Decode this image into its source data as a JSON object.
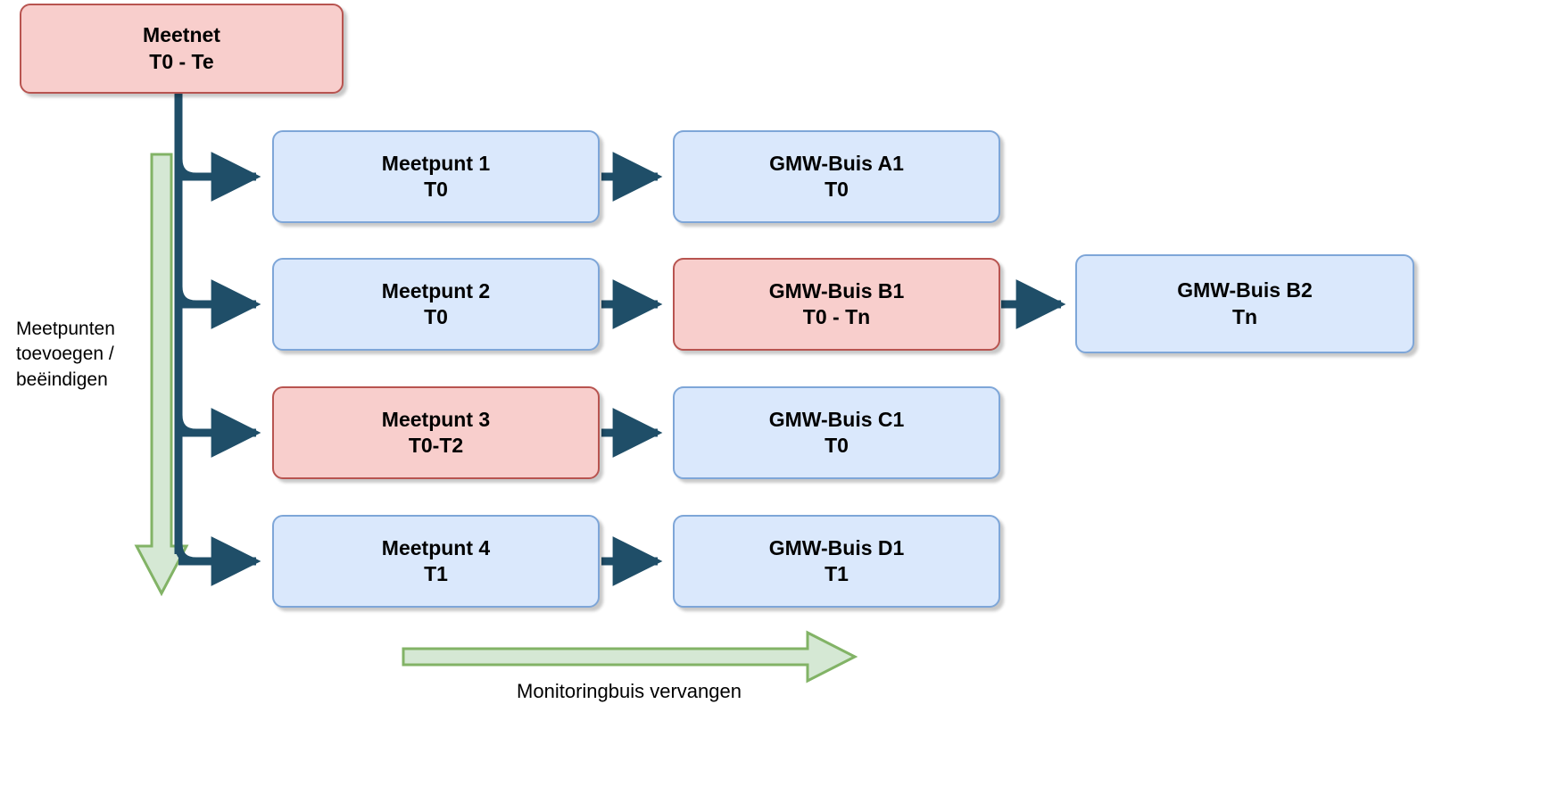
{
  "diagram": {
    "title": "Meetnet monitoring timeline diagram",
    "colors": {
      "blue_fill": "#dae8fc",
      "blue_stroke": "#7ea6d8",
      "pink_fill": "#f8cecc",
      "pink_stroke": "#b85450",
      "connector": "#1f4e68",
      "green_fill": "#d5e8d4",
      "green_stroke": "#82b366"
    },
    "root": {
      "line1": "Meetnet",
      "line2": "T0 - Te",
      "style": "pink"
    },
    "rows": [
      {
        "meetpunt": {
          "line1": "Meetpunt 1",
          "line2": "T0",
          "style": "blue"
        },
        "buis": {
          "line1": "GMW-Buis A1",
          "line2": "T0",
          "style": "blue"
        },
        "buis2": null
      },
      {
        "meetpunt": {
          "line1": "Meetpunt 2",
          "line2": "T0",
          "style": "blue"
        },
        "buis": {
          "line1": "GMW-Buis B1",
          "line2": "T0 - Tn",
          "style": "pink"
        },
        "buis2": {
          "line1": "GMW-Buis B2",
          "line2": "Tn",
          "style": "blue"
        }
      },
      {
        "meetpunt": {
          "line1": "Meetpunt 3",
          "line2": "T0-T2",
          "style": "pink"
        },
        "buis": {
          "line1": "GMW-Buis C1",
          "line2": "T0",
          "style": "blue"
        },
        "buis2": null
      },
      {
        "meetpunt": {
          "line1": "Meetpunt 4",
          "line2": "T1",
          "style": "blue"
        },
        "buis": {
          "line1": "GMW-Buis D1",
          "line2": "T1",
          "style": "blue"
        },
        "buis2": null
      }
    ],
    "annotations": {
      "vertical_arrow_label": "Meetpunten\ntoevoegen /\nbeëindigen",
      "horizontal_arrow_label": "Monitoringbuis vervangen"
    }
  }
}
